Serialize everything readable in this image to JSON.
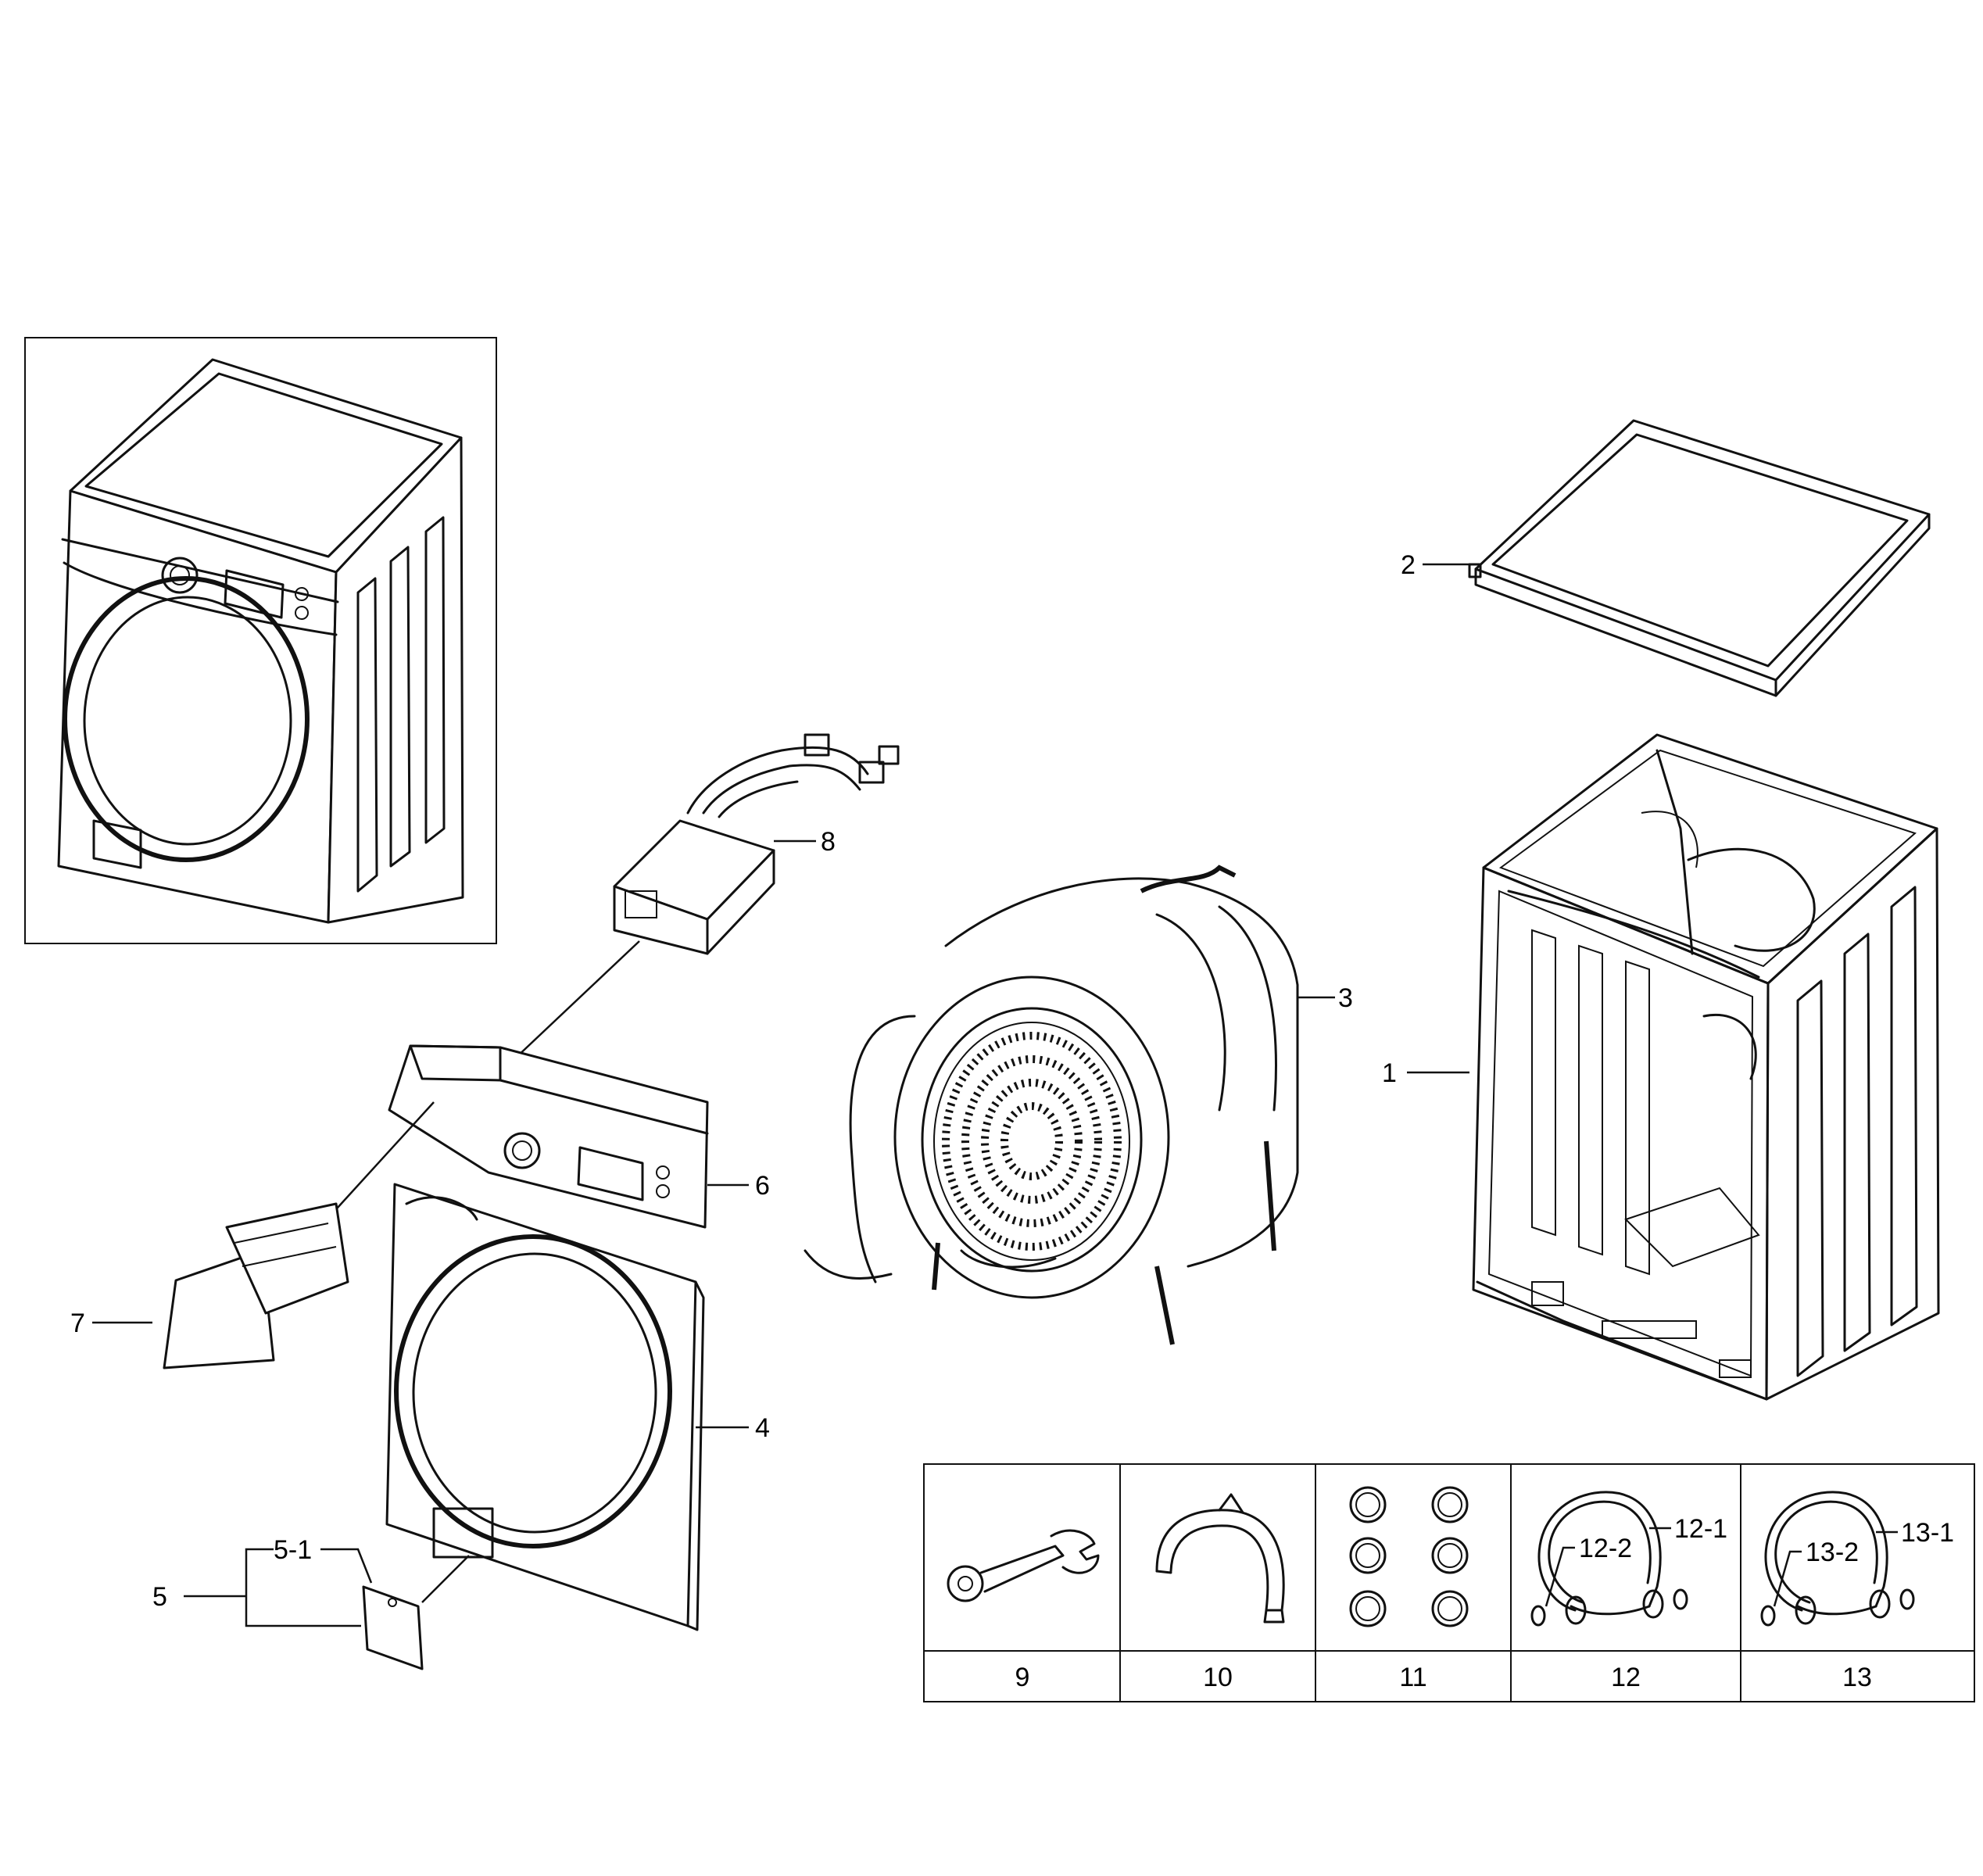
{
  "callouts": {
    "c1": "1",
    "c2": "2",
    "c3": "3",
    "c4": "4",
    "c5": "5",
    "c5_1": "5-1",
    "c6": "6",
    "c7": "7",
    "c8": "8",
    "c12_1": "12-1",
    "c12_2": "12-2",
    "c13_1": "13-1",
    "c13_2": "13-2"
  },
  "accessory_table": {
    "columns": [
      "9",
      "10",
      "11",
      "12",
      "13"
    ],
    "column_icons": [
      "wrench-icon",
      "hose-guide-icon",
      "caps-icon",
      "hose-icon",
      "hose-icon"
    ]
  }
}
